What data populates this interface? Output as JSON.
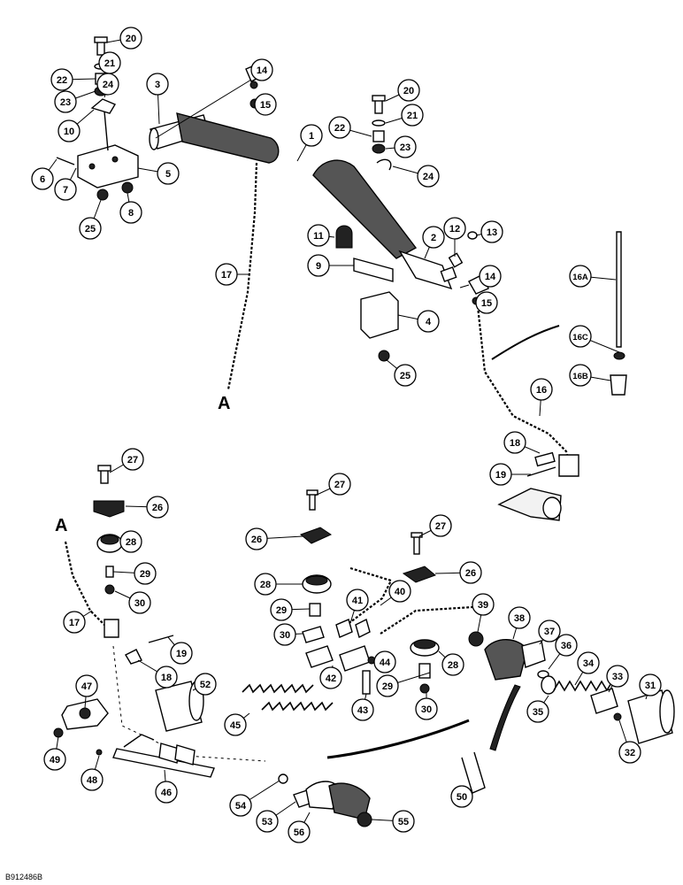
{
  "diagram": {
    "reference_code": "B912486B",
    "connection_label_upper": "A",
    "connection_label_lower": "A",
    "callouts": [
      "20",
      "21",
      "22",
      "24",
      "23",
      "3",
      "14",
      "15",
      "10",
      "1",
      "6",
      "7",
      "5",
      "8",
      "25",
      "20",
      "21",
      "22",
      "23",
      "24",
      "11",
      "2",
      "12",
      "13",
      "9",
      "14",
      "16A",
      "15",
      "4",
      "17",
      "25",
      "16C",
      "16B",
      "16",
      "18",
      "19",
      "27",
      "26",
      "28",
      "29",
      "30",
      "27",
      "26",
      "17",
      "28",
      "41",
      "29",
      "40",
      "30",
      "39",
      "38",
      "26",
      "27",
      "37",
      "36",
      "34",
      "33",
      "31",
      "35",
      "44",
      "28",
      "29",
      "30",
      "42",
      "43",
      "45",
      "47",
      "18",
      "19",
      "52",
      "49",
      "48",
      "46",
      "54",
      "53",
      "56",
      "55",
      "50",
      "32"
    ]
  }
}
